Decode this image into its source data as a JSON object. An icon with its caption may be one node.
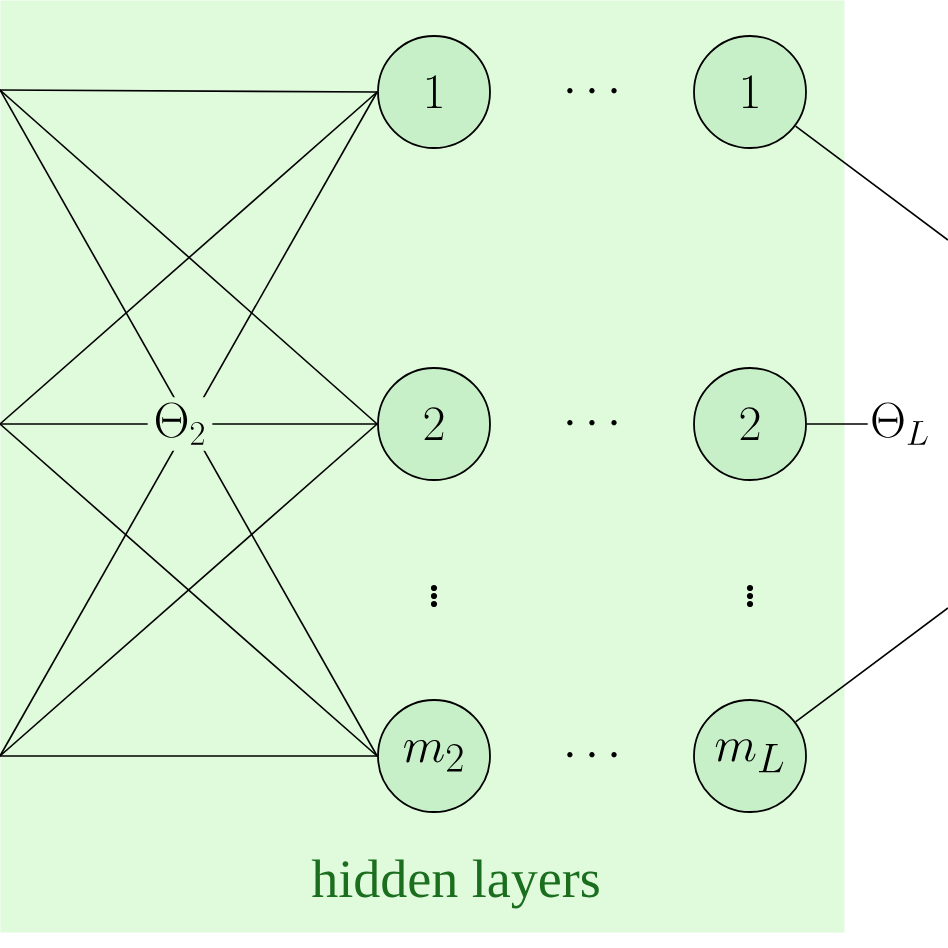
{
  "diagram": {
    "nodes": [
      {
        "text": [
          "hidden layers"
        ]
      },
      {
        "text": [
          "1"
        ],
        "in": 0
      },
      {
        "text": [
          "1"
        ],
        "in": 0
      },
      {
        "text": [
          "2"
        ],
        "in": 0
      },
      {
        "text": [
          "2"
        ],
        "in": 0
      },
      {
        "text": [
          "\\Theta_{L}"
        ]
      },
      {
        "text": [
          "m_{2}"
        ],
        "in": 0
      },
      {
        "text": [
          "m_{L}"
        ],
        "in": 0
      }
    ],
    "edges": [
      {
        "from": null,
        "to": 1,
        "arrow": "none"
      },
      {
        "from": null,
        "to": 3,
        "arrow": "none"
      },
      {
        "from": null,
        "to": 6,
        "arrow": "none"
      },
      {
        "from": null,
        "to": 1,
        "arrow": "none"
      },
      {
        "from": null,
        "to": 3,
        "arrow": "none"
      },
      {
        "from": null,
        "to": 6,
        "arrow": "none"
      },
      {
        "from": null,
        "to": 1,
        "arrow": "none"
      },
      {
        "from": null,
        "to": 3,
        "arrow": "none"
      },
      {
        "from": null,
        "to": 6,
        "arrow": "none"
      },
      {
        "from": 2,
        "to": null,
        "arrow": "none"
      },
      {
        "from": 4,
        "to": 5,
        "arrow": "none"
      },
      {
        "from": 7,
        "to": null,
        "arrow": "none"
      }
    ],
    "labels": [
      "\\Theta_{2}",
      "\\cdots",
      "\\cdots",
      "\\cdots",
      "\\vdots",
      "\\vdots"
    ]
  }
}
